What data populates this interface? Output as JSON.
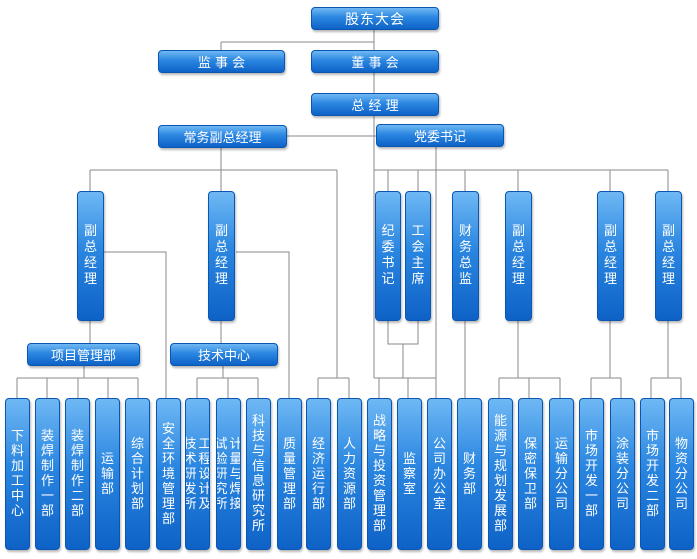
{
  "org": {
    "shareholders": "股东大会",
    "supervisors": "监 事 会",
    "board": "董 事 会",
    "gm": "总 经 理",
    "exec_vgm": "常务副总经理",
    "party_secretary": "党委书记",
    "vgm_1": "副总经理",
    "vgm_2": "副总经理",
    "discipline_secretary": "纪委书记",
    "union_chair": "工会主席",
    "cfo": "财务总监",
    "vgm_3": "副总经理",
    "vgm_4": "副总经理",
    "vgm_5": "副总经理",
    "project_mgmt": "项目管理部",
    "tech_center": "技术中心",
    "departments": [
      "下料加工中心",
      "装焊制作一部",
      "装焊制作二部",
      "运输部",
      "综合计划部",
      "安全环境管理部",
      "工程设计及技术研发所",
      "计量与焊接试验研究所",
      "科技与信息研究所",
      "质量管理部",
      "经济运行部",
      "人力资源部",
      "战略与投资管理部",
      "监察室",
      "公司办公室",
      "财务部",
      "能源与规划发展部",
      "保密保卫部",
      "运输分公司",
      "市场开发一部",
      "涂装分公司",
      "市场开发二部",
      "物资分公司"
    ]
  }
}
